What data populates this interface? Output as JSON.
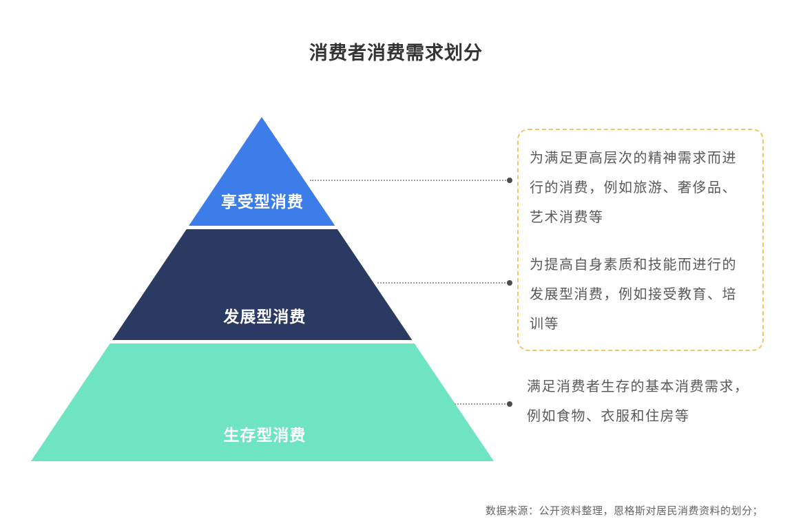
{
  "title": "消费者消费需求划分",
  "pyramid": {
    "tiers": [
      {
        "label": "享受型消费",
        "color": "#3d7de9"
      },
      {
        "label": "发展型消费",
        "color": "#2b3a63"
      },
      {
        "label": "生存型消费",
        "color": "#6fe4c3"
      }
    ]
  },
  "callouts": [
    {
      "text": "为满足更高层次的精神需求而进行的消费，例如旅游、奢侈品、艺术消费等"
    },
    {
      "text": "为提高自身素质和技能而进行的发展型消费，例如接受教育、培训等"
    },
    {
      "text": "满足消费者生存的基本消费需求，例如食物、衣服和住房等"
    }
  ],
  "colors": {
    "callout_border": "#f4c567",
    "leader_line": "#9b9b9b",
    "leader_dot": "#4c4c4c"
  },
  "source_note": "数据来源：公开资料整理，恩格斯对居民消费资料的划分；"
}
